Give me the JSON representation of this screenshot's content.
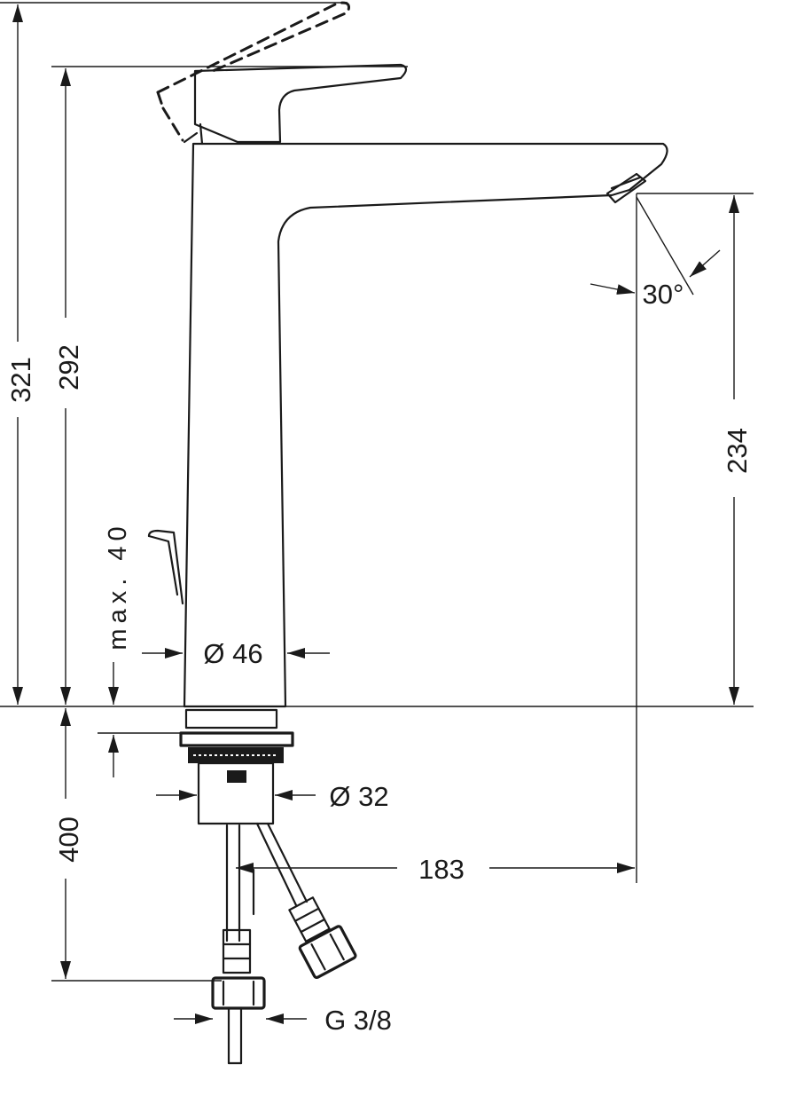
{
  "dimensions": {
    "total_height": "321",
    "lever_height": "292",
    "spout_height": "234",
    "aerator_angle": "30°",
    "max_thickness": "max. 40",
    "body_diameter": "Ø 46",
    "shank_diameter": "Ø 32",
    "spout_reach": "183",
    "hose_length": "400",
    "thread": "G 3/8"
  }
}
